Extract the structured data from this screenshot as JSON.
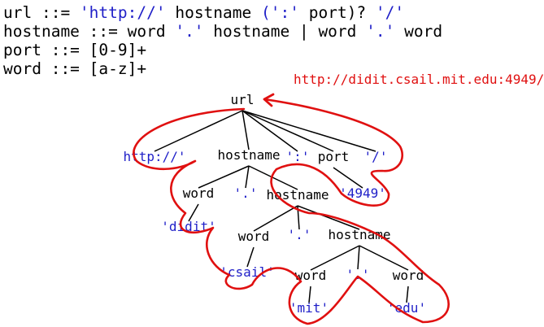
{
  "grammar": {
    "rules": [
      {
        "lhs": "url",
        "op": " ::= ",
        "rhs": [
          {
            "t": "str",
            "v": "'http://'"
          },
          {
            "t": "kw",
            "v": " hostname "
          },
          {
            "t": "str",
            "v": "("
          },
          {
            "t": "str",
            "v": "':'"
          },
          {
            "t": "kw",
            "v": " port"
          },
          {
            "t": "kw",
            "v": ")? "
          },
          {
            "t": "str",
            "v": "'/'"
          }
        ]
      },
      {
        "lhs": "hostname",
        "op": " ::= ",
        "rhs": [
          {
            "t": "kw",
            "v": "word "
          },
          {
            "t": "str",
            "v": "'.'"
          },
          {
            "t": "kw",
            "v": " hostname | word "
          },
          {
            "t": "str",
            "v": "'.'"
          },
          {
            "t": "kw",
            "v": " word"
          }
        ]
      },
      {
        "lhs": "port",
        "op": " ::= ",
        "rhs": [
          {
            "t": "kw",
            "v": "[0-9]+"
          }
        ]
      },
      {
        "lhs": "word",
        "op": " ::= ",
        "rhs": [
          {
            "t": "kw",
            "v": "[a-z]+"
          }
        ]
      }
    ]
  },
  "example_url": "http://didit.csail.mit.edu:4949/",
  "tree": {
    "nodes": [
      {
        "id": "url",
        "label": "url",
        "kind": "nt"
      },
      {
        "id": "http",
        "label": "http://'",
        "kind": "term"
      },
      {
        "id": "hostname1",
        "label": "hostname",
        "kind": "nt"
      },
      {
        "id": "colon",
        "label": "':'",
        "kind": "term"
      },
      {
        "id": "port",
        "label": "port",
        "kind": "nt"
      },
      {
        "id": "slash",
        "label": "'/'",
        "kind": "term"
      },
      {
        "id": "word1",
        "label": "word",
        "kind": "nt"
      },
      {
        "id": "dot1",
        "label": "'.'",
        "kind": "term"
      },
      {
        "id": "hostname2",
        "label": "hostname",
        "kind": "nt"
      },
      {
        "id": "p4949",
        "label": "'4949'",
        "kind": "term"
      },
      {
        "id": "didit",
        "label": "'didit'",
        "kind": "term"
      },
      {
        "id": "word2",
        "label": "word",
        "kind": "nt"
      },
      {
        "id": "dot2",
        "label": "'.'",
        "kind": "term"
      },
      {
        "id": "hostname3",
        "label": "hostname",
        "kind": "nt"
      },
      {
        "id": "csail",
        "label": "'csail'",
        "kind": "term"
      },
      {
        "id": "word3",
        "label": "word",
        "kind": "nt"
      },
      {
        "id": "dot3",
        "label": "'.'",
        "kind": "term"
      },
      {
        "id": "word4",
        "label": "word",
        "kind": "nt"
      },
      {
        "id": "mit",
        "label": "'mit'",
        "kind": "term"
      },
      {
        "id": "edu",
        "label": "'edu'",
        "kind": "term"
      }
    ],
    "edges": [
      [
        "url",
        "http"
      ],
      [
        "url",
        "hostname1"
      ],
      [
        "url",
        "colon"
      ],
      [
        "url",
        "port"
      ],
      [
        "url",
        "slash"
      ],
      [
        "hostname1",
        "word1"
      ],
      [
        "hostname1",
        "dot1"
      ],
      [
        "hostname1",
        "hostname2"
      ],
      [
        "port",
        "p4949"
      ],
      [
        "word1",
        "didit"
      ],
      [
        "hostname2",
        "word2"
      ],
      [
        "hostname2",
        "dot2"
      ],
      [
        "hostname2",
        "hostname3"
      ],
      [
        "word2",
        "csail"
      ],
      [
        "hostname3",
        "word3"
      ],
      [
        "hostname3",
        "dot3"
      ],
      [
        "hostname3",
        "word4"
      ],
      [
        "word3",
        "mit"
      ],
      [
        "word4",
        "edu"
      ]
    ]
  },
  "colors": {
    "terminal": "#1f1fc8",
    "nonterminal": "#000000",
    "annotation": "#e01010"
  }
}
